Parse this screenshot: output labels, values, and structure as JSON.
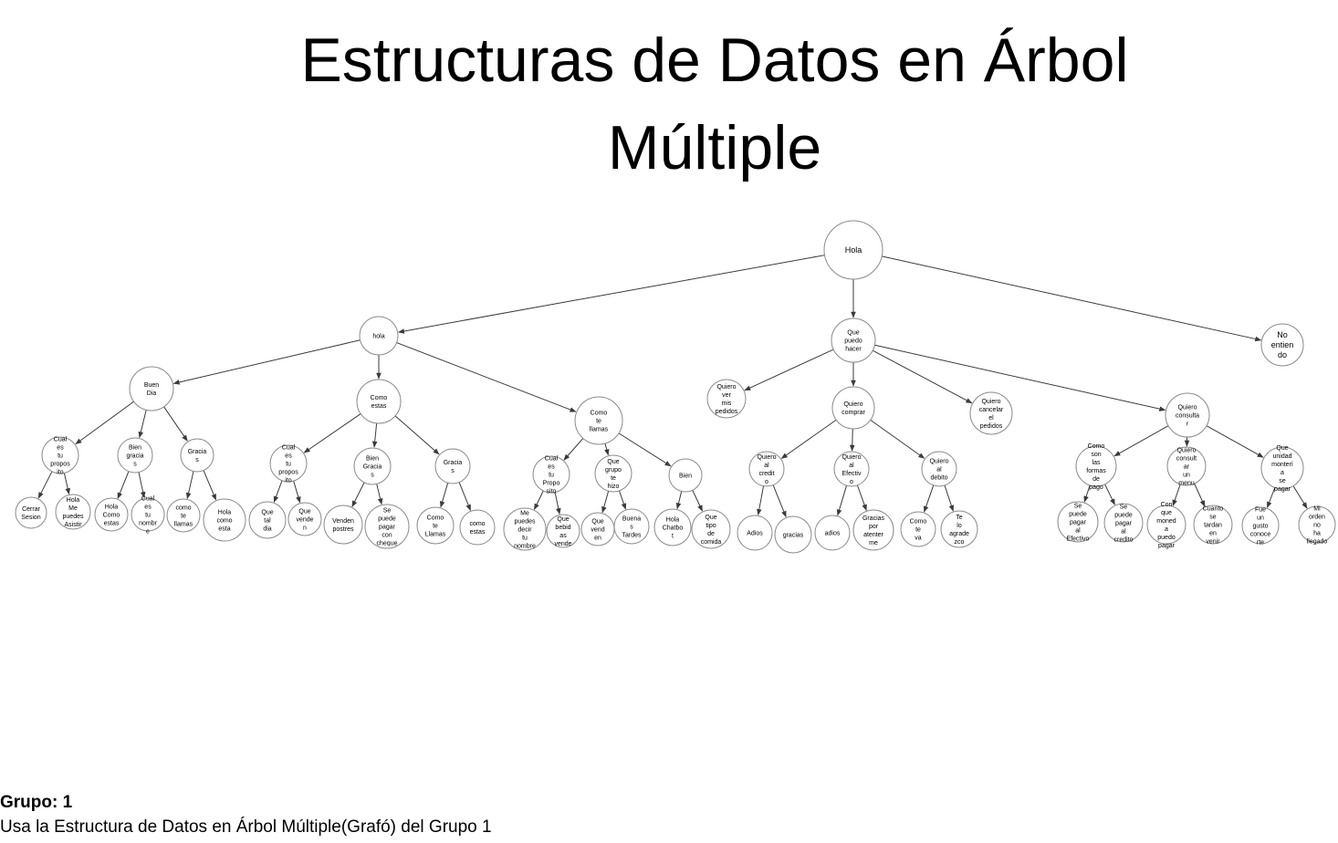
{
  "title": [
    "Estructuras de Datos en Árbol",
    "Múltiple"
  ],
  "footer": {
    "group": "Grupo: 1",
    "description": "Usa la Estructura de Datos en Árbol Múltiple(Grafó) del Grupo 1"
  },
  "tree": {
    "label": "Hola",
    "children": [
      {
        "label": "hola",
        "children": [
          {
            "label": "Buen Dia",
            "children": [
              {
                "label": "Cual es tu propos ito",
                "children": [
                  {
                    "label": "Cerrar Sesion"
                  },
                  {
                    "label": "Hola Me puedes Asistir"
                  }
                ]
              },
              {
                "label": "Bien gracia s",
                "children": [
                  {
                    "label": "Hola Como estas"
                  },
                  {
                    "label": "Cual es tu nombr e"
                  }
                ]
              },
              {
                "label": "Gracia s",
                "children": [
                  {
                    "label": "como te llamas"
                  },
                  {
                    "label": "Hola como esta"
                  }
                ]
              }
            ]
          },
          {
            "label": "Como estas",
            "children": [
              {
                "label": "Cual es tu propos ito",
                "children": [
                  {
                    "label": "Que tal dia"
                  },
                  {
                    "label": "Que vende n"
                  }
                ]
              },
              {
                "label": "Bien Gracia s",
                "children": [
                  {
                    "label": "Venden postres"
                  },
                  {
                    "label": "Se puede pagar con cheque"
                  }
                ]
              },
              {
                "label": "Gracia s",
                "children": [
                  {
                    "label": "Como te Llamas"
                  },
                  {
                    "label": "como estas"
                  }
                ]
              }
            ]
          },
          {
            "label": "Como te llamas",
            "children": [
              {
                "label": "Cual es tu Propo sito",
                "children": [
                  {
                    "label": "Me puedes decir tu nombre"
                  },
                  {
                    "label": "Que bebid as vende"
                  }
                ]
              },
              {
                "label": "Que grupo te hizo",
                "children": [
                  {
                    "label": "Que vend en"
                  },
                  {
                    "label": "Buena s Tardes"
                  }
                ]
              },
              {
                "label": "Bien",
                "children": [
                  {
                    "label": "Hola Chatbo t"
                  },
                  {
                    "label": "Que tipo de comida"
                  }
                ]
              }
            ]
          }
        ]
      },
      {
        "label": "Que puedo hacer",
        "children": [
          {
            "label": "Quiero ver mis pedidos"
          },
          {
            "label": "Quiero comprar",
            "children": [
              {
                "label": "Quiero al credit o",
                "children": [
                  {
                    "label": "Adios"
                  },
                  {
                    "label": "gracias"
                  }
                ]
              },
              {
                "label": "Quiero al Efectiv o",
                "children": [
                  {
                    "label": "adios"
                  },
                  {
                    "label": "Gracias por atenter me"
                  }
                ]
              },
              {
                "label": "Quiero al debito",
                "children": [
                  {
                    "label": "Como te va"
                  },
                  {
                    "label": "Te lo agrade zco"
                  }
                ]
              }
            ]
          },
          {
            "label": "Quiero cancelar el pedidos"
          },
          {
            "label": "Quiero consulta r",
            "children": [
              {
                "label": "Como son las formas de pago",
                "children": [
                  {
                    "label": "Se puede pagar al Efectivo"
                  },
                  {
                    "label": "Se puede pagar al credito"
                  }
                ]
              },
              {
                "label": "Quiero consult ar un menu",
                "children": [
                  {
                    "label": "Con que moned a puedo pagar"
                  },
                  {
                    "label": "Cuanto se tardan en venir"
                  }
                ]
              },
              {
                "label": "Que unidad monterí a se pagar",
                "children": [
                  {
                    "label": "Fue un gusto conoce rte"
                  },
                  {
                    "label": "Mi orden no ha llegado"
                  }
                ]
              }
            ]
          }
        ]
      },
      {
        "label": "No entien do"
      }
    ]
  }
}
